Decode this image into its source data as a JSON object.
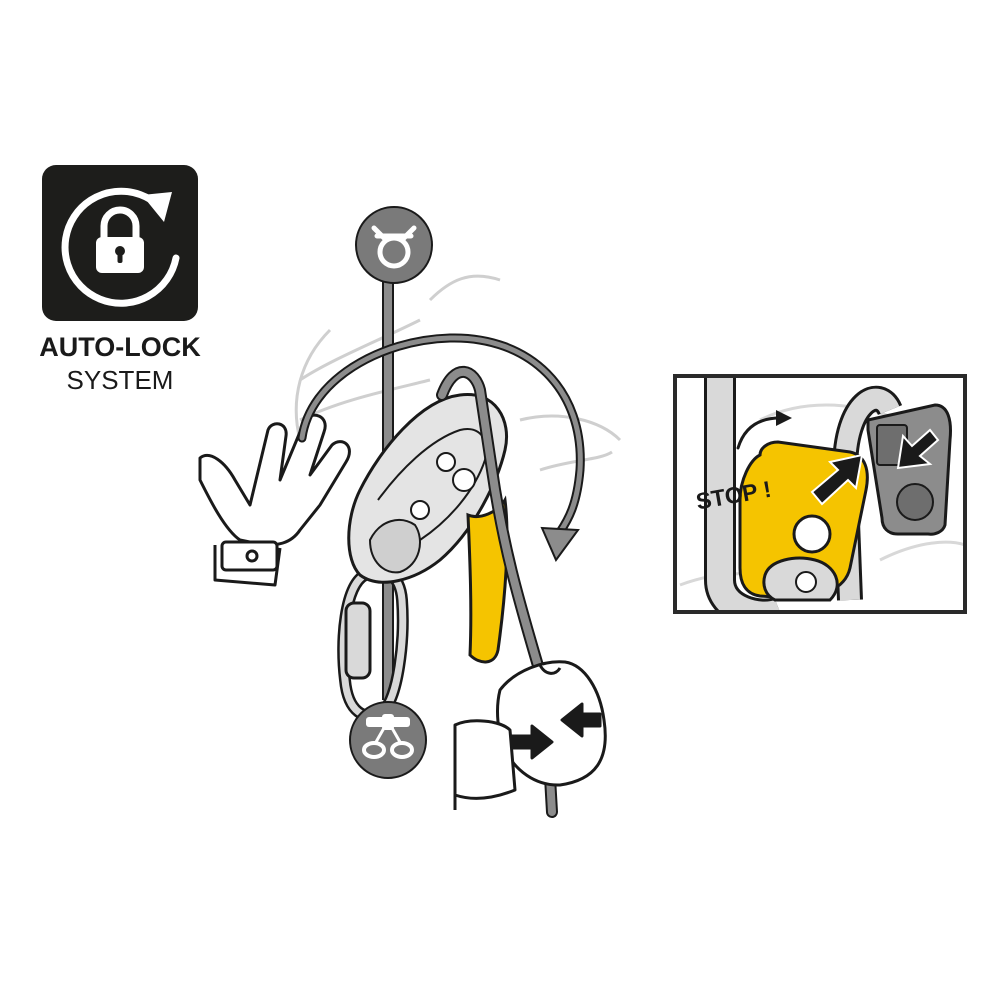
{
  "badge": {
    "title": "AUTO-LOCK",
    "subtitle": "SYSTEM"
  },
  "detail": {
    "stop_label": "STOP !"
  },
  "colors": {
    "ink": "#1a1a1a",
    "device_gray": "#d9d9d9",
    "rope_gray": "#8c8c8c",
    "symbol_gray": "#7a7a7a",
    "handle_yellow": "#f5c400",
    "badge_bg": "#1d1d1b"
  },
  "icons": {
    "badge": "auto-lock-padlock-icon",
    "anchor": "anchor-symbol-icon",
    "harness": "harness-symbol-icon"
  }
}
